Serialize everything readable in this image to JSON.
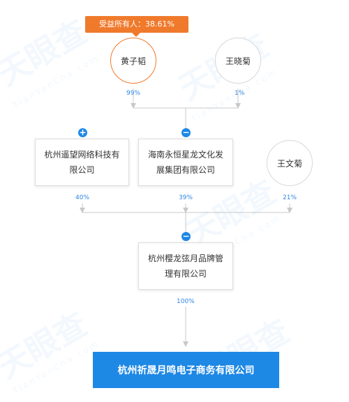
{
  "badge": {
    "text": "受益所有人：38.61%"
  },
  "shareholders_top": [
    {
      "name": "黄子韬",
      "pct": "99%"
    },
    {
      "name": "王晓菊",
      "pct": "1%"
    }
  ],
  "middle": [
    {
      "name": "杭州遥望网络科技有限公司",
      "pct": "40%",
      "toggle": "+"
    },
    {
      "name": "海南永恒星龙文化发展集团有限公司",
      "pct": "39%",
      "toggle": "−"
    },
    {
      "name": "王文菊",
      "pct": "21%"
    }
  ],
  "parent": {
    "name": "杭州樱龙弦月品牌管理有限公司",
    "pct": "100%",
    "toggle": "−"
  },
  "target": {
    "name": "杭州祈晟月鸣电子商务有限公司"
  },
  "colors": {
    "accent": "#1e88e5",
    "owner": "#f07a2c",
    "line": "#c8c8c8"
  }
}
